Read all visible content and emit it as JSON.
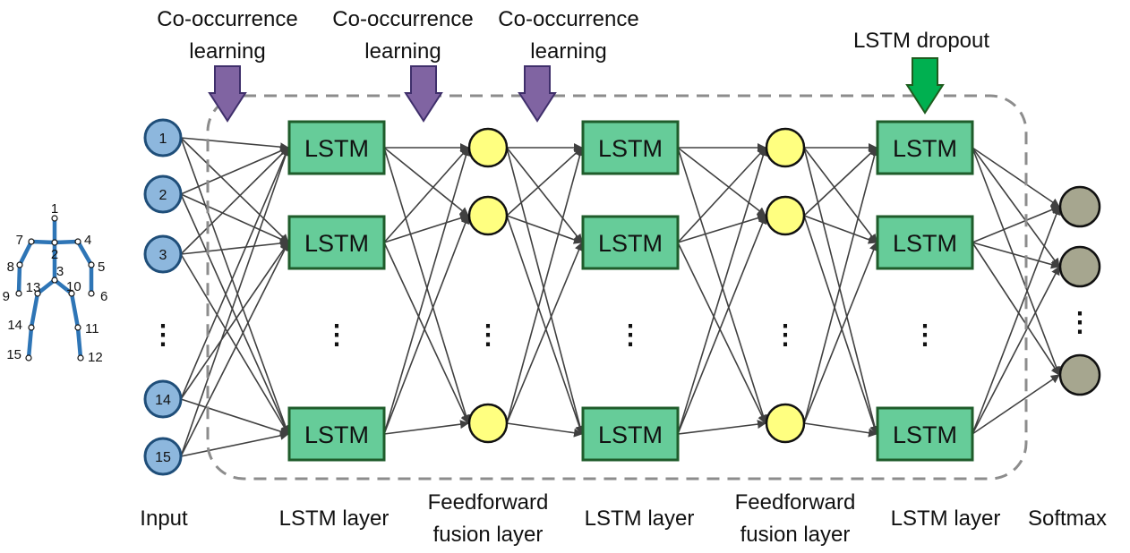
{
  "colors": {
    "input_node": "#8db7dd",
    "input_stroke": "#1f4e79",
    "lstm_fill": "#66cc99",
    "lstm_stroke": "#1f5c2b",
    "fusion_fill": "#ffff80",
    "softmax_fill": "#a6a68f",
    "co_arrow": "#8064a2",
    "dropout_arrow": "#00b050",
    "skeleton": "#2e75b6",
    "edge": "#404040",
    "dashed_box": "#808080"
  },
  "skeleton": {
    "joint_labels": [
      "1",
      "2",
      "3",
      "4",
      "5",
      "6",
      "7",
      "8",
      "9",
      "10",
      "11",
      "12",
      "13",
      "14",
      "15"
    ]
  },
  "inputs": {
    "node_labels": [
      "1",
      "2",
      "3",
      "14",
      "15"
    ],
    "ellipsis": "⋮"
  },
  "lstm_label": "LSTM",
  "ellipsis": "⋮",
  "top_labels": {
    "co_line1": "Co-occurrence",
    "co_line2": "learning",
    "dropout": "LSTM dropout"
  },
  "bottom_labels": {
    "input": "Input",
    "lstm_layer": "LSTM layer",
    "ff_line1": "Feedforward",
    "ff_line2": "fusion layer",
    "softmax": "Softmax"
  }
}
